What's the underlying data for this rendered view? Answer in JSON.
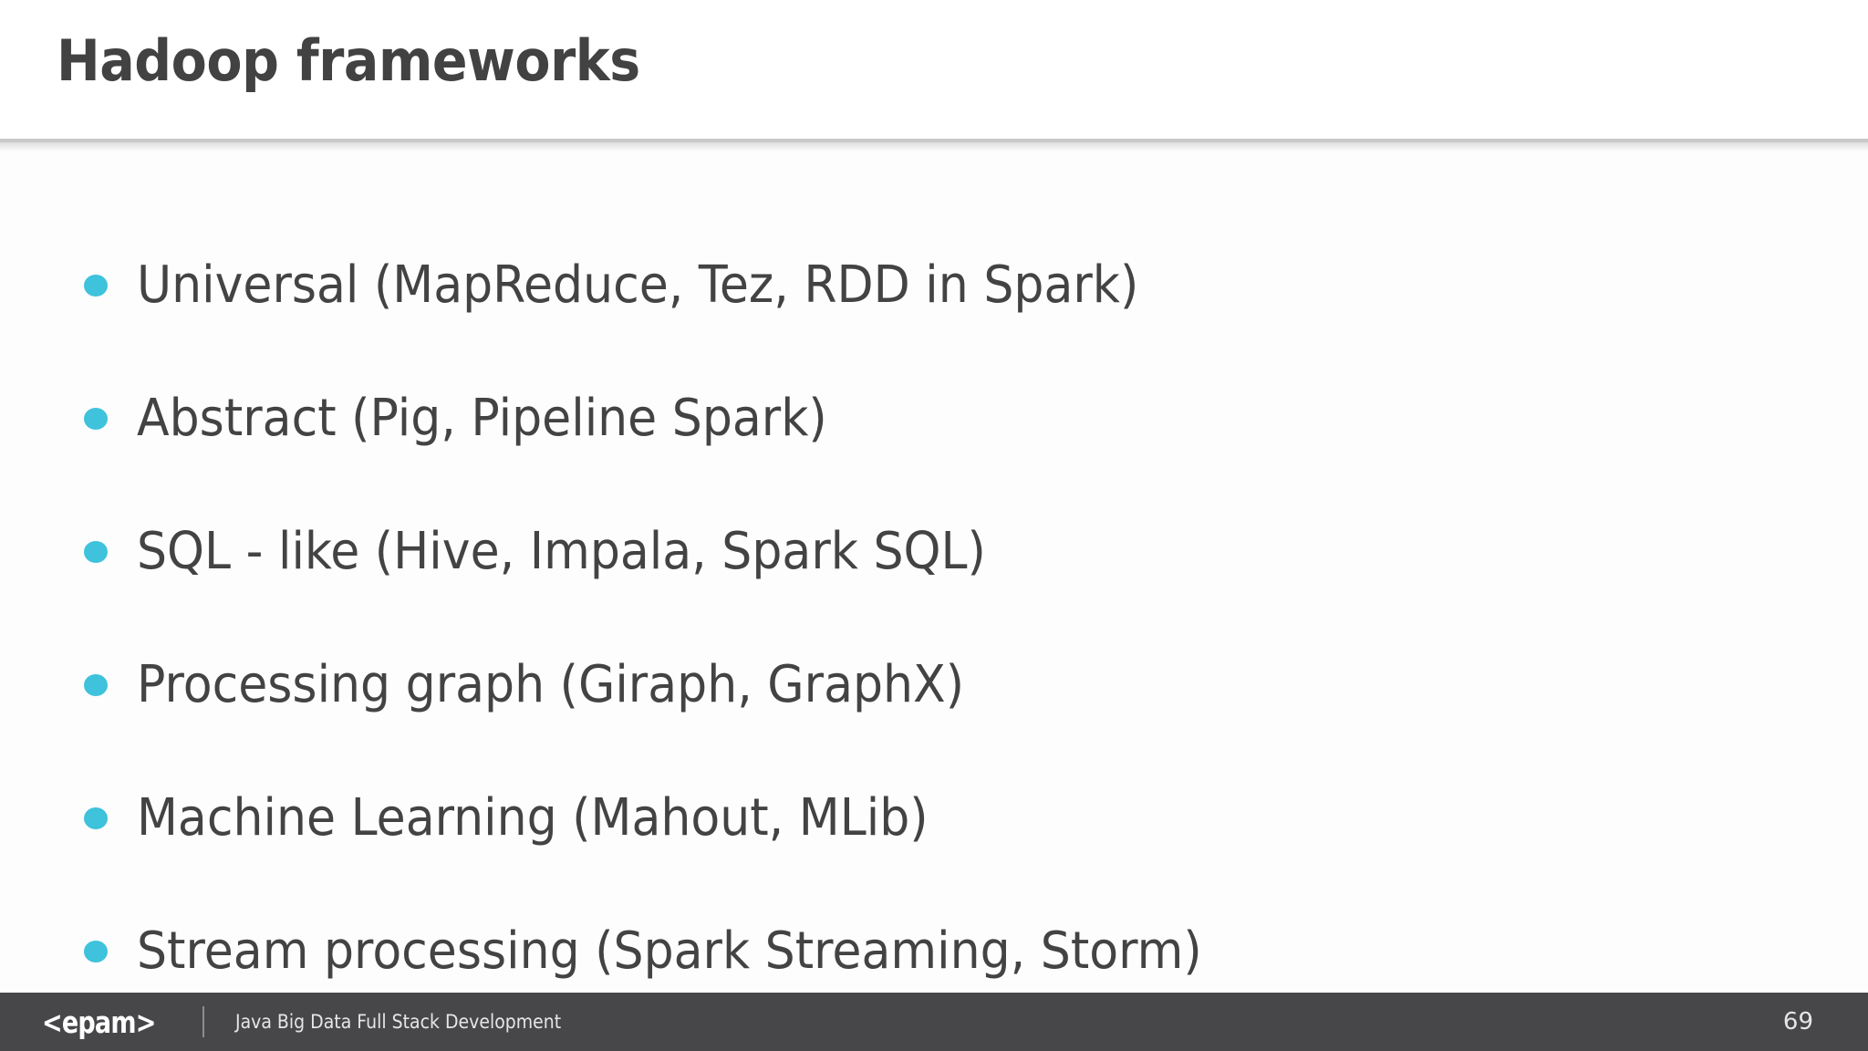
{
  "slide": {
    "title": "Hadoop frameworks",
    "background_color": "#fdfdfd",
    "title_color": "#424242",
    "accent_color": "#3fc2dc",
    "body_text_color": "#434343",
    "footer_background_color": "#474649",
    "rule_color": "#c9c9c9"
  },
  "bullets": [
    {
      "text": "Universal (MapReduce, Tez, RDD in Spark)"
    },
    {
      "text": "Abstract (Pig, Pipeline Spark)"
    },
    {
      "text": "SQL - like (Hive, Impala, Spark SQL)"
    },
    {
      "text": "Processing graph (Giraph, GraphX)"
    },
    {
      "text": "Machine Learning (Mahout, MLib)"
    },
    {
      "text": "Stream processing (Spark Streaming, Storm)"
    }
  ],
  "footer": {
    "logo": "<epam>",
    "subtitle": "Java Big Data Full Stack Development",
    "page_number": "69"
  }
}
